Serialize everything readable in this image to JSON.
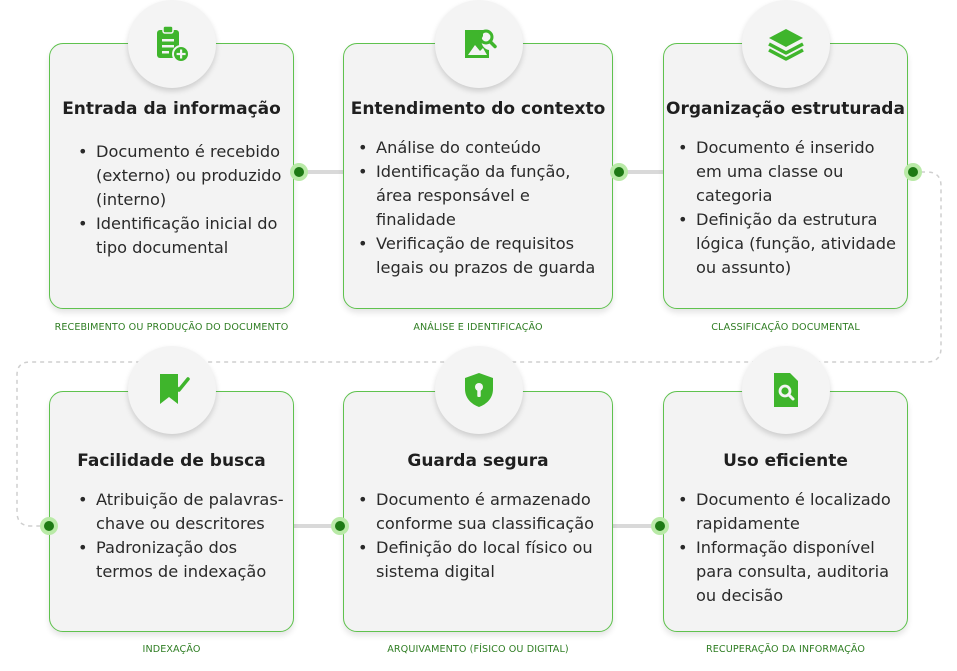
{
  "steps": [
    {
      "title": "Entrada da informação",
      "bullets": [
        "Documento é recebido (externo) ou produzido (interno)",
        "Identificação inicial do tipo documental"
      ],
      "caption": "RECEBIMENTO OU PRODUÇÃO DO DOCUMENTO",
      "icon": "clipboard-add-icon"
    },
    {
      "title": "Entendimento do contexto",
      "bullets": [
        "Análise do conteúdo",
        "Identificação da função, área responsável e finalidade",
        "Verificação de requisitos legais ou prazos de guarda"
      ],
      "caption": "ANÁLISE E IDENTIFICAÇÃO",
      "icon": "image-search-icon"
    },
    {
      "title": "Organização estruturada",
      "bullets": [
        "Documento é inserido em uma classe ou categoria",
        "Definição da estrutura lógica (função, atividade ou assunto)"
      ],
      "caption": "CLASSIFICAÇÃO DOCUMENTAL",
      "icon": "layers-icon"
    },
    {
      "title": "Facilidade de busca",
      "bullets": [
        "Atribuição de palavras-chave ou descritores",
        "Padronização dos termos de indexação"
      ],
      "caption": "INDEXAÇÃO",
      "icon": "bookmark-check-icon"
    },
    {
      "title": "Guarda segura",
      "bullets": [
        "Documento é armazenado conforme sua classificação",
        "Definição do local físico ou sistema digital"
      ],
      "caption": "ARQUIVAMENTO (FÍSICO OU DIGITAL)",
      "icon": "shield-lock-icon"
    },
    {
      "title": "Uso eficiente",
      "bullets": [
        "Documento é localizado rapidamente",
        "Informação disponível para consulta, auditoria ou decisão"
      ],
      "caption": "RECUPERAÇÃO DA INFORMAÇÃO",
      "icon": "file-search-icon"
    }
  ],
  "colors": {
    "accent": "#3fb52c",
    "border": "#5fc24e",
    "caption": "#2e7d22",
    "dot": "#1d7a14",
    "dot_halo": "#b9eaa7",
    "connector": "#d9d9d9"
  }
}
